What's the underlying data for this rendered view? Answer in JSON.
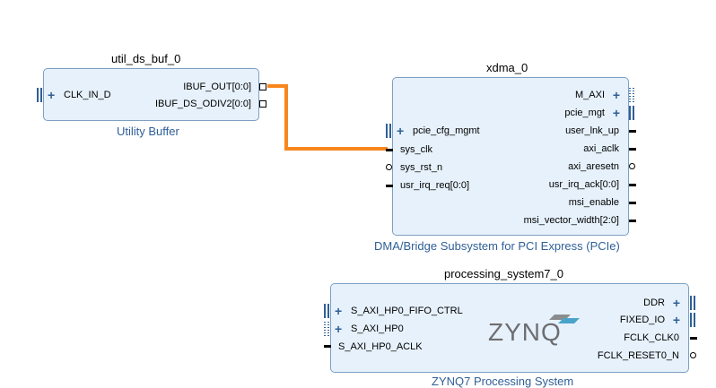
{
  "blocks": {
    "util": {
      "instance": "util_ds_buf_0",
      "ip": "Utility Buffer",
      "inputs": [
        "CLK_IN_D"
      ],
      "outputs": [
        "IBUF_OUT[0:0]",
        "IBUF_DS_ODIV2[0:0]"
      ]
    },
    "xdma": {
      "instance": "xdma_0",
      "ip": "DMA/Bridge Subsystem for PCI Express (PCIe)",
      "inputs": [
        "pcie_cfg_mgmt",
        "sys_clk",
        "sys_rst_n",
        "usr_irq_req[0:0]"
      ],
      "outputs": [
        "M_AXI",
        "pcie_mgt",
        "user_lnk_up",
        "axi_aclk",
        "axi_aresetn",
        "usr_irq_ack[0:0]",
        "msi_enable",
        "msi_vector_width[2:0]"
      ]
    },
    "ps7": {
      "instance": "processing_system7_0",
      "ip": "ZYNQ7 Processing System",
      "logo": "ZYNQ",
      "inputs": [
        "S_AXI_HP0_FIFO_CTRL",
        "S_AXI_HP0",
        "S_AXI_HP0_ACLK"
      ],
      "outputs": [
        "DDR",
        "FIXED_IO",
        "FCLK_CLK0",
        "FCLK_RESET0_N"
      ]
    }
  },
  "colors": {
    "block_fill": "#e6f1fb",
    "block_border": "#7e9fc2",
    "ip_text": "#2f5f97",
    "wire": "#f7861d"
  }
}
